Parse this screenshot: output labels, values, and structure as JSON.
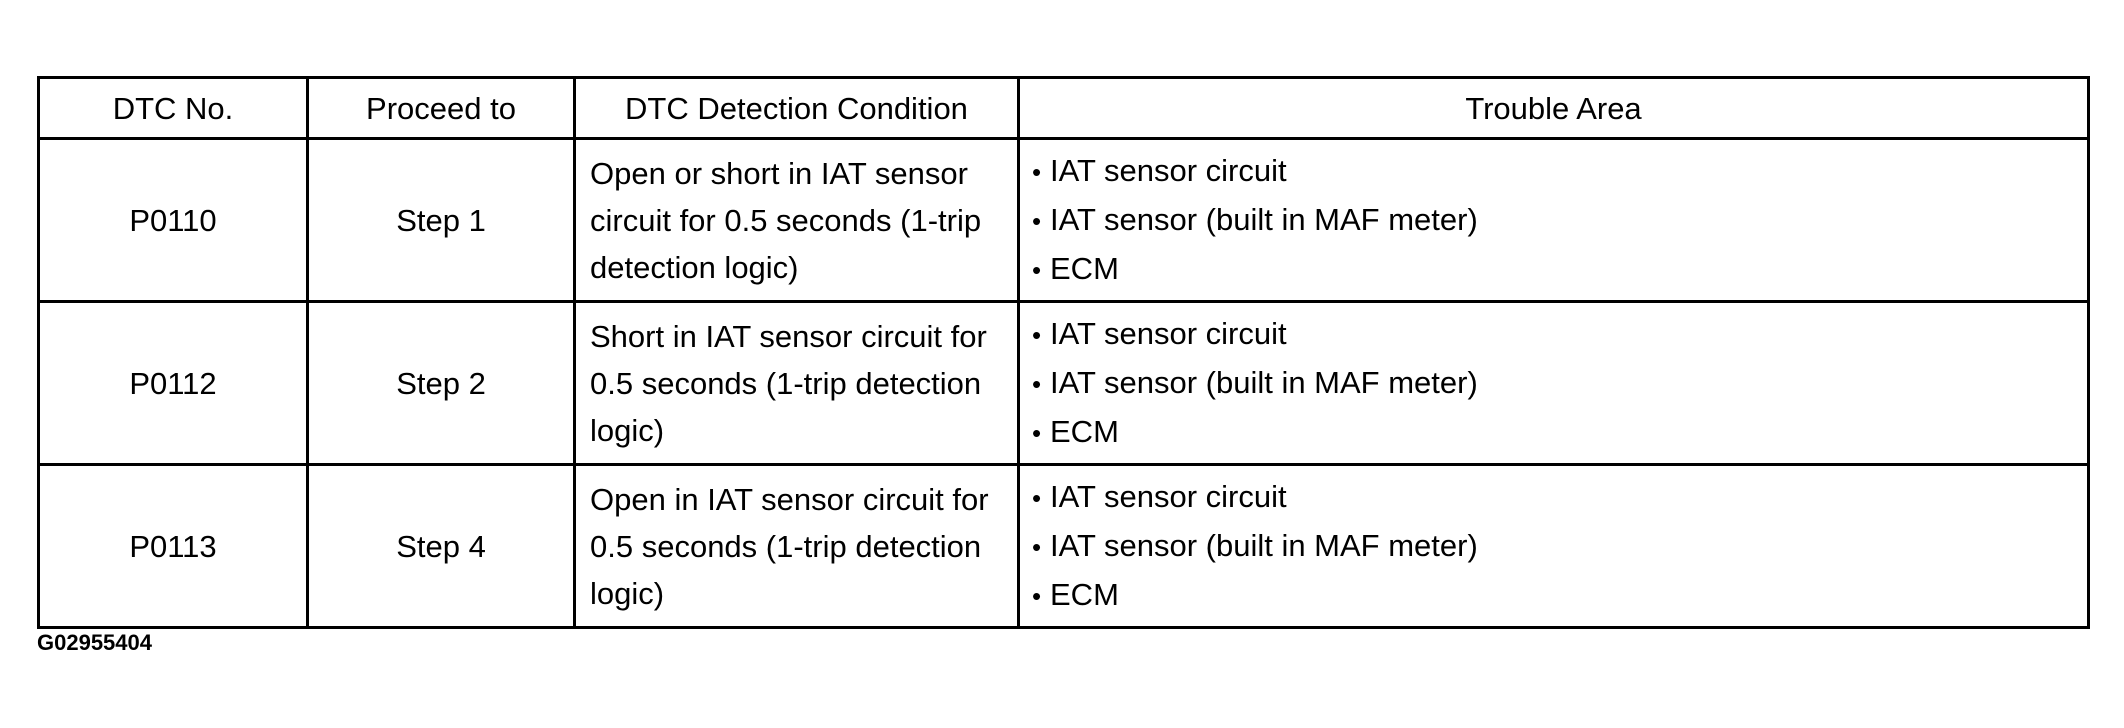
{
  "table": {
    "headers": [
      "DTC No.",
      "Proceed to",
      "DTC Detection Condition",
      "Trouble Area"
    ],
    "rows": [
      {
        "dtc": "P0110",
        "proceed": "Step 1",
        "condition_lines": [
          "Open or short in IAT sensor",
          "circuit for 0.5 seconds (1-trip",
          "detection logic)"
        ],
        "trouble_area": [
          "IAT sensor circuit",
          "IAT sensor (built in MAF meter)",
          "ECM"
        ]
      },
      {
        "dtc": "P0112",
        "proceed": "Step 2",
        "condition_lines": [
          "Short in IAT sensor circuit for",
          "0.5 seconds (1-trip detection",
          "logic)"
        ],
        "trouble_area": [
          "IAT sensor circuit",
          "IAT sensor (built in MAF meter)",
          "ECM"
        ]
      },
      {
        "dtc": "P0113",
        "proceed": "Step 4",
        "condition_lines": [
          "Open in IAT sensor circuit for",
          "0.5 seconds (1-trip detection",
          "logic)"
        ],
        "trouble_area": [
          "IAT sensor circuit",
          "IAT sensor (built in MAF meter)",
          "ECM"
        ]
      }
    ]
  },
  "figure_id": "G02955404",
  "bullet_glyph": "•"
}
